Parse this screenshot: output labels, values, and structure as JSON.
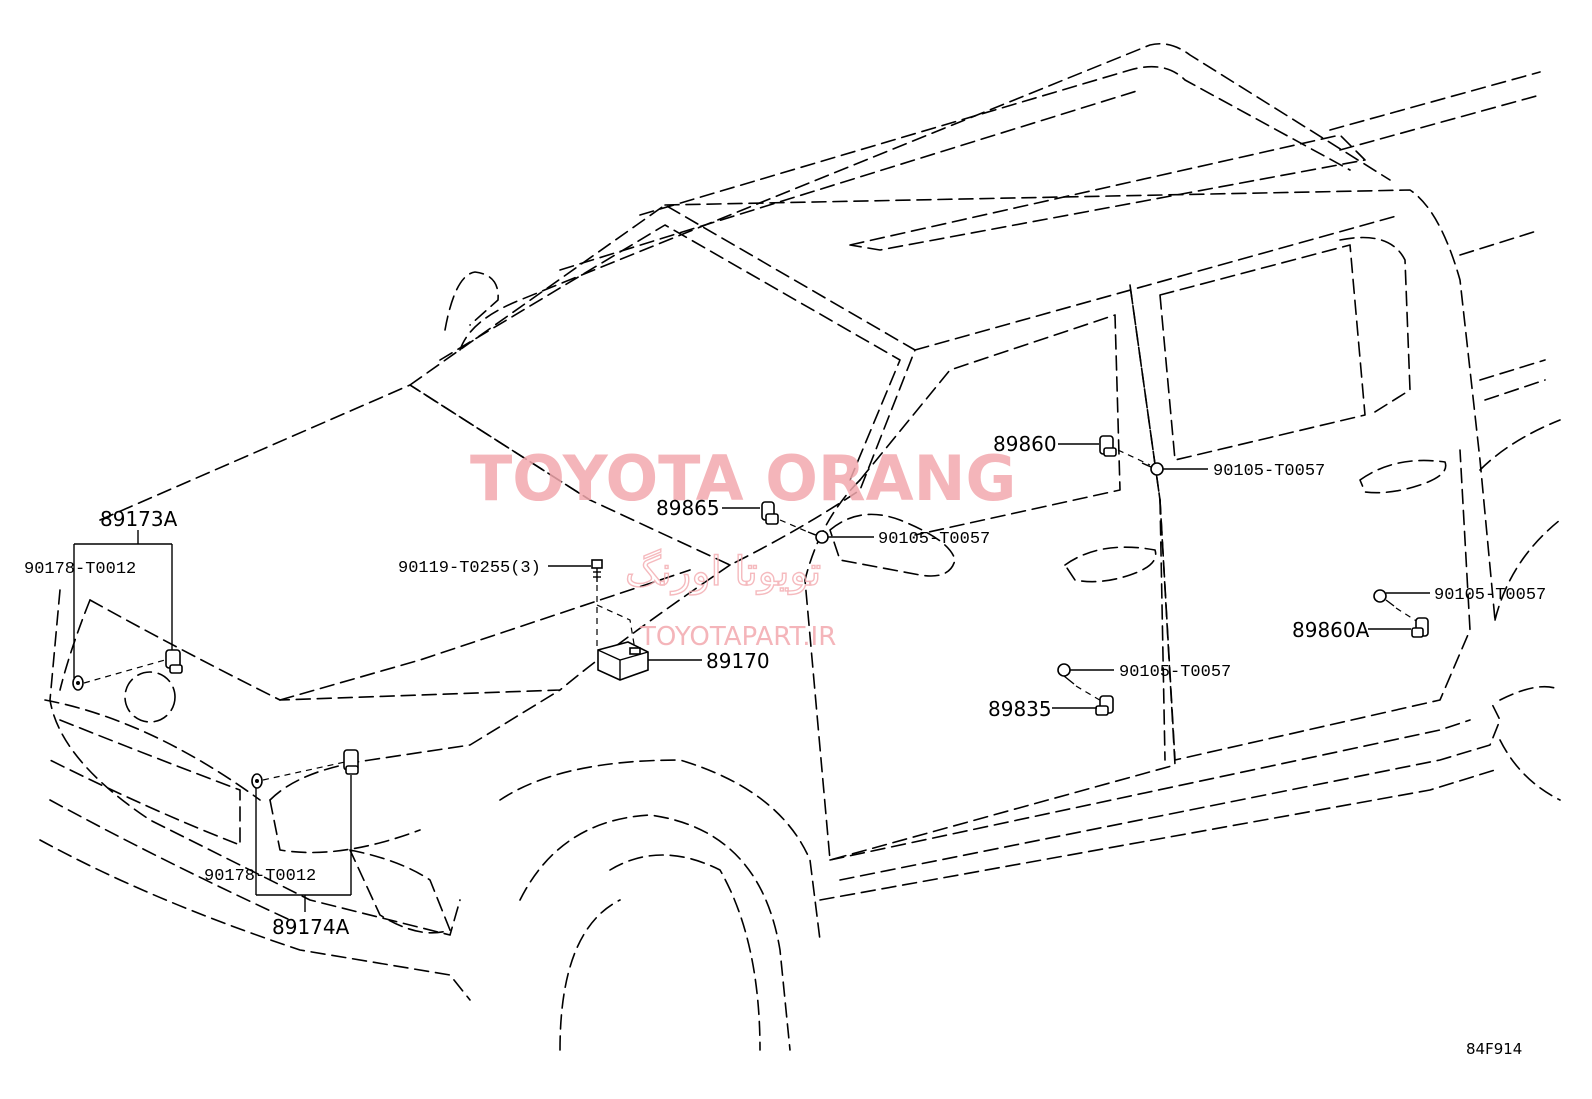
{
  "watermark": {
    "title": "TOYOTA ORANG",
    "persian": "تویوتا اورنگ",
    "site": "TOYOTAPART.IR"
  },
  "figure_code": "84F914",
  "labels": {
    "p89173A": "89173A",
    "p90178_a": "90178-T0012",
    "p90178_b": "90178-T0012",
    "p89174A": "89174A",
    "p90119": "90119-T0255(3)",
    "p89170": "89170",
    "p89865": "89865",
    "p90105_a": "90105-T0057",
    "p89860": "89860",
    "p90105_b": "90105-T0057",
    "p90105_c": "90105-T0057",
    "p89835": "89835",
    "p90105_d": "90105-T0057",
    "p89860A": "89860A"
  }
}
